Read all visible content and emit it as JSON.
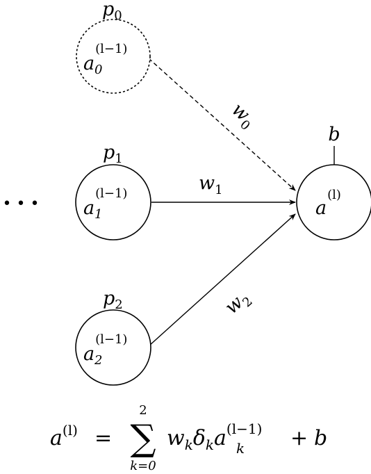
{
  "diagram": {
    "ellipsis": "• • •",
    "nodes": [
      {
        "id": "input-0",
        "label_base": "a",
        "label_sub": "0",
        "label_sup": "(l−1)",
        "caption_base": "p",
        "caption_sub": "0",
        "dashed": true
      },
      {
        "id": "input-1",
        "label_base": "a",
        "label_sub": "1",
        "label_sup": "(l−1)",
        "caption_base": "p",
        "caption_sub": "1",
        "dashed": false
      },
      {
        "id": "input-2",
        "label_base": "a",
        "label_sub": "2",
        "label_sup": "(l−1)",
        "caption_base": "p",
        "caption_sub": "2",
        "dashed": false
      },
      {
        "id": "output",
        "label_base": "a",
        "label_sup": "(l)",
        "bias_label": "b"
      }
    ],
    "edges": [
      {
        "from": "input-0",
        "to": "output",
        "weight_base": "w",
        "weight_sub": "0",
        "dashed": true
      },
      {
        "from": "input-1",
        "to": "output",
        "weight_base": "w",
        "weight_sub": "1",
        "dashed": false
      },
      {
        "from": "input-2",
        "to": "output",
        "weight_base": "w",
        "weight_sub": "2",
        "dashed": false
      }
    ],
    "formula": {
      "lhs_base": "a",
      "lhs_sup": "(l)",
      "equals": "=",
      "sum_symbol": "∑",
      "sum_upper": "2",
      "sum_lower": "k=0",
      "w": "w",
      "w_sub": "k",
      "delta": "δ",
      "delta_sub": "k",
      "a": "a",
      "a_sub": "k",
      "a_sup": "(l−1)",
      "plus": "+",
      "b": "b"
    }
  }
}
